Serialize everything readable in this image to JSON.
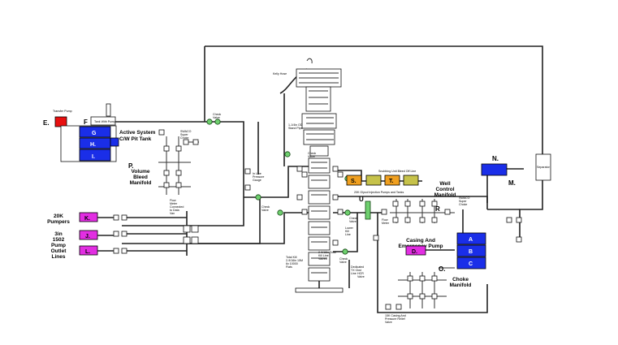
{
  "letters": {
    "E": "E.",
    "F": "F",
    "G": "G",
    "H": "H.",
    "I": "I.",
    "J": "J.",
    "K": "K.",
    "L": "L.",
    "N": "N.",
    "M": "M.",
    "P": "P.",
    "S": "S.",
    "T": "T.",
    "U": "U",
    "R": "R",
    "A": "A",
    "B": "B",
    "C": "C",
    "D": "D.",
    "O": "O."
  },
  "labels": {
    "active_system": "Active System",
    "cw_pit_tank": "C/W Pit Tank",
    "volume_bleed_manifold": "Volume\nBleed\nManifold",
    "pumpers_20k": "20K\nPumpers",
    "outlet_3in": "3in\n1502\nPump\nOutlet\nLines",
    "well_control_manifold": "Well\nControl\nManifold",
    "casing_emergency_pump": "Casing And\nEmergency Pump",
    "choke_manifold": "Choke\nManifold"
  },
  "small_labels": {
    "transfer_pump": "Transfer\nPump",
    "tank_with_pump": "Tank With\nPump",
    "check_valve_top": "Check\nValve",
    "kelly_hose": "Kelly Hose",
    "swaco_choke_left": "SWACO\nSuper\nChoke",
    "flow_meter_left": "Flow\nMeter\nConnected\nto Data\nVan",
    "check_valve_left": "Check\nValve",
    "inline_pressure": "In Line\nPressure\nGauge",
    "standpipe": "1-1/4in OD\nStand Pipe",
    "check_valve_mid": "Check\nValve",
    "snubbing_bleed_off": "Snubbing Unit Bleed Off Line",
    "glycol_injection": "20K Glycol Injection Pumps and Tanks",
    "swaco_choke_right": "SWACO\nSuper\nChoke",
    "flow_meter_right": "Flow\nMeter",
    "check_valve_low": "Check\nValve",
    "kill_line_low": "Lower\nKill\nLine",
    "check_valve_kill": "Check\nValve",
    "total_kill_line": "Total Kill\n2-9/16in 15M\n6x 10000\nFlats",
    "kill_line_valves": "2-9/16in Total\nKill Line\nValves",
    "hcr_valve": "HCR\nValve",
    "dedicated_tx": "Dedicated\nTX Ckst\nLine",
    "casing_pump_line": "15K Casing And\nPressure Relief\nValve",
    "separator": "Separator"
  },
  "colors": {
    "blue": "#1a2ee8",
    "magenta": "#e22ee2",
    "olive": "#c6c24a",
    "orange": "#f0a020",
    "red": "#e81010",
    "valve_green": "#6fd06f"
  }
}
